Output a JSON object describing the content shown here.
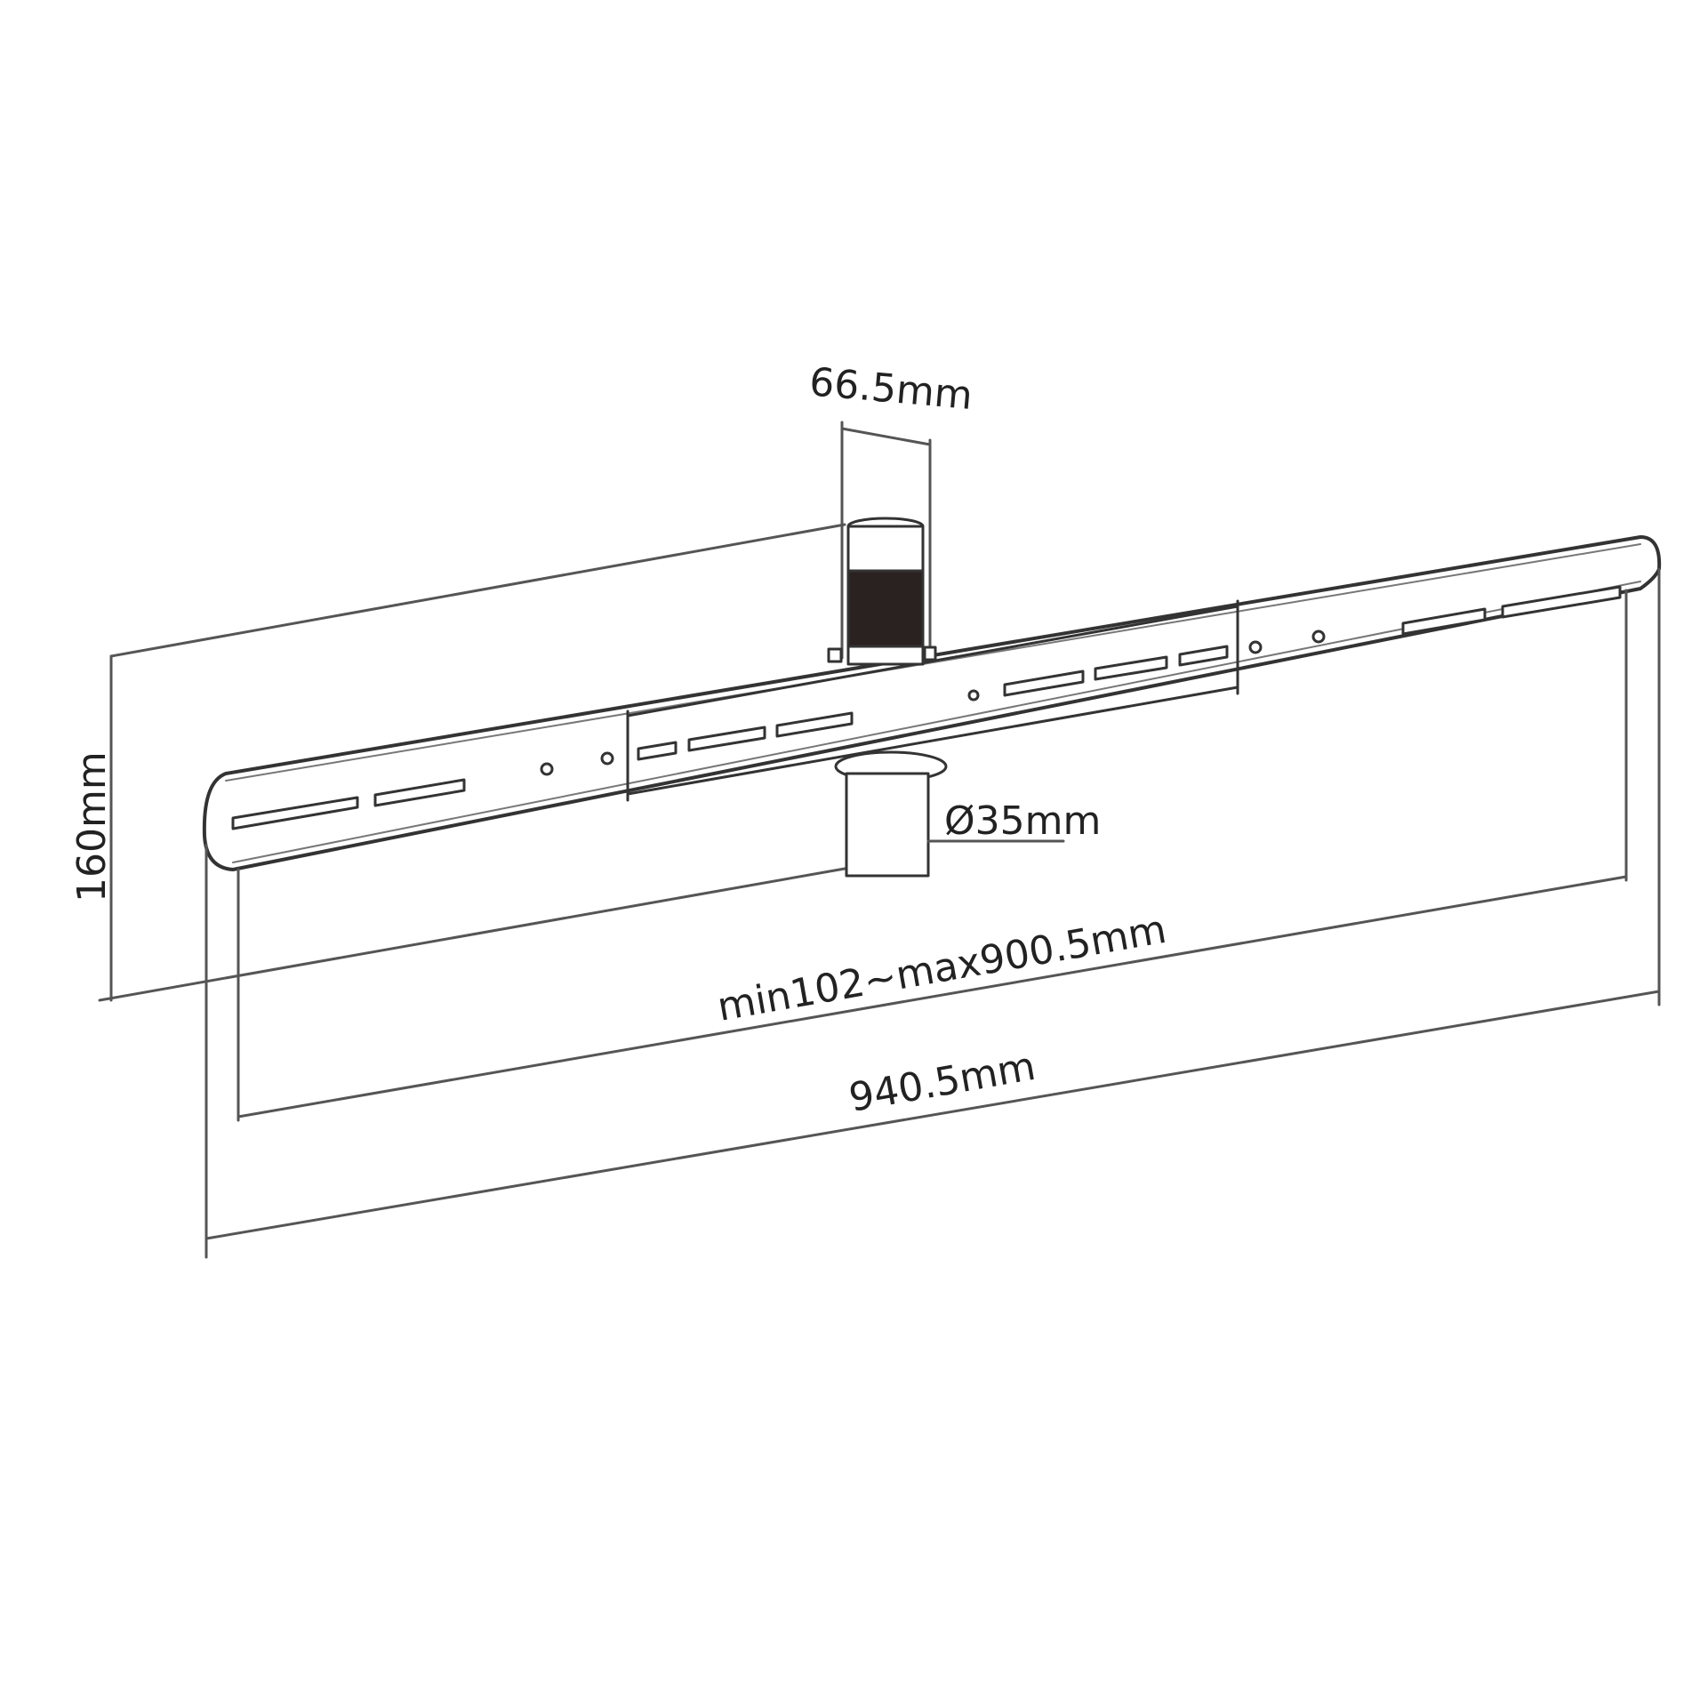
{
  "diagram": {
    "title": "Soundbar mounting bracket dimension drawing",
    "colors": {
      "line": "#333333",
      "dim": "#555555",
      "dark": "#2a2220",
      "background": "#ffffff"
    },
    "dimensions": {
      "post_width": "66.5mm",
      "height": "160mm",
      "pole_diameter": "Ø35mm",
      "adjustable_range": "min102~max900.5mm",
      "total_length": "940.5mm"
    }
  }
}
